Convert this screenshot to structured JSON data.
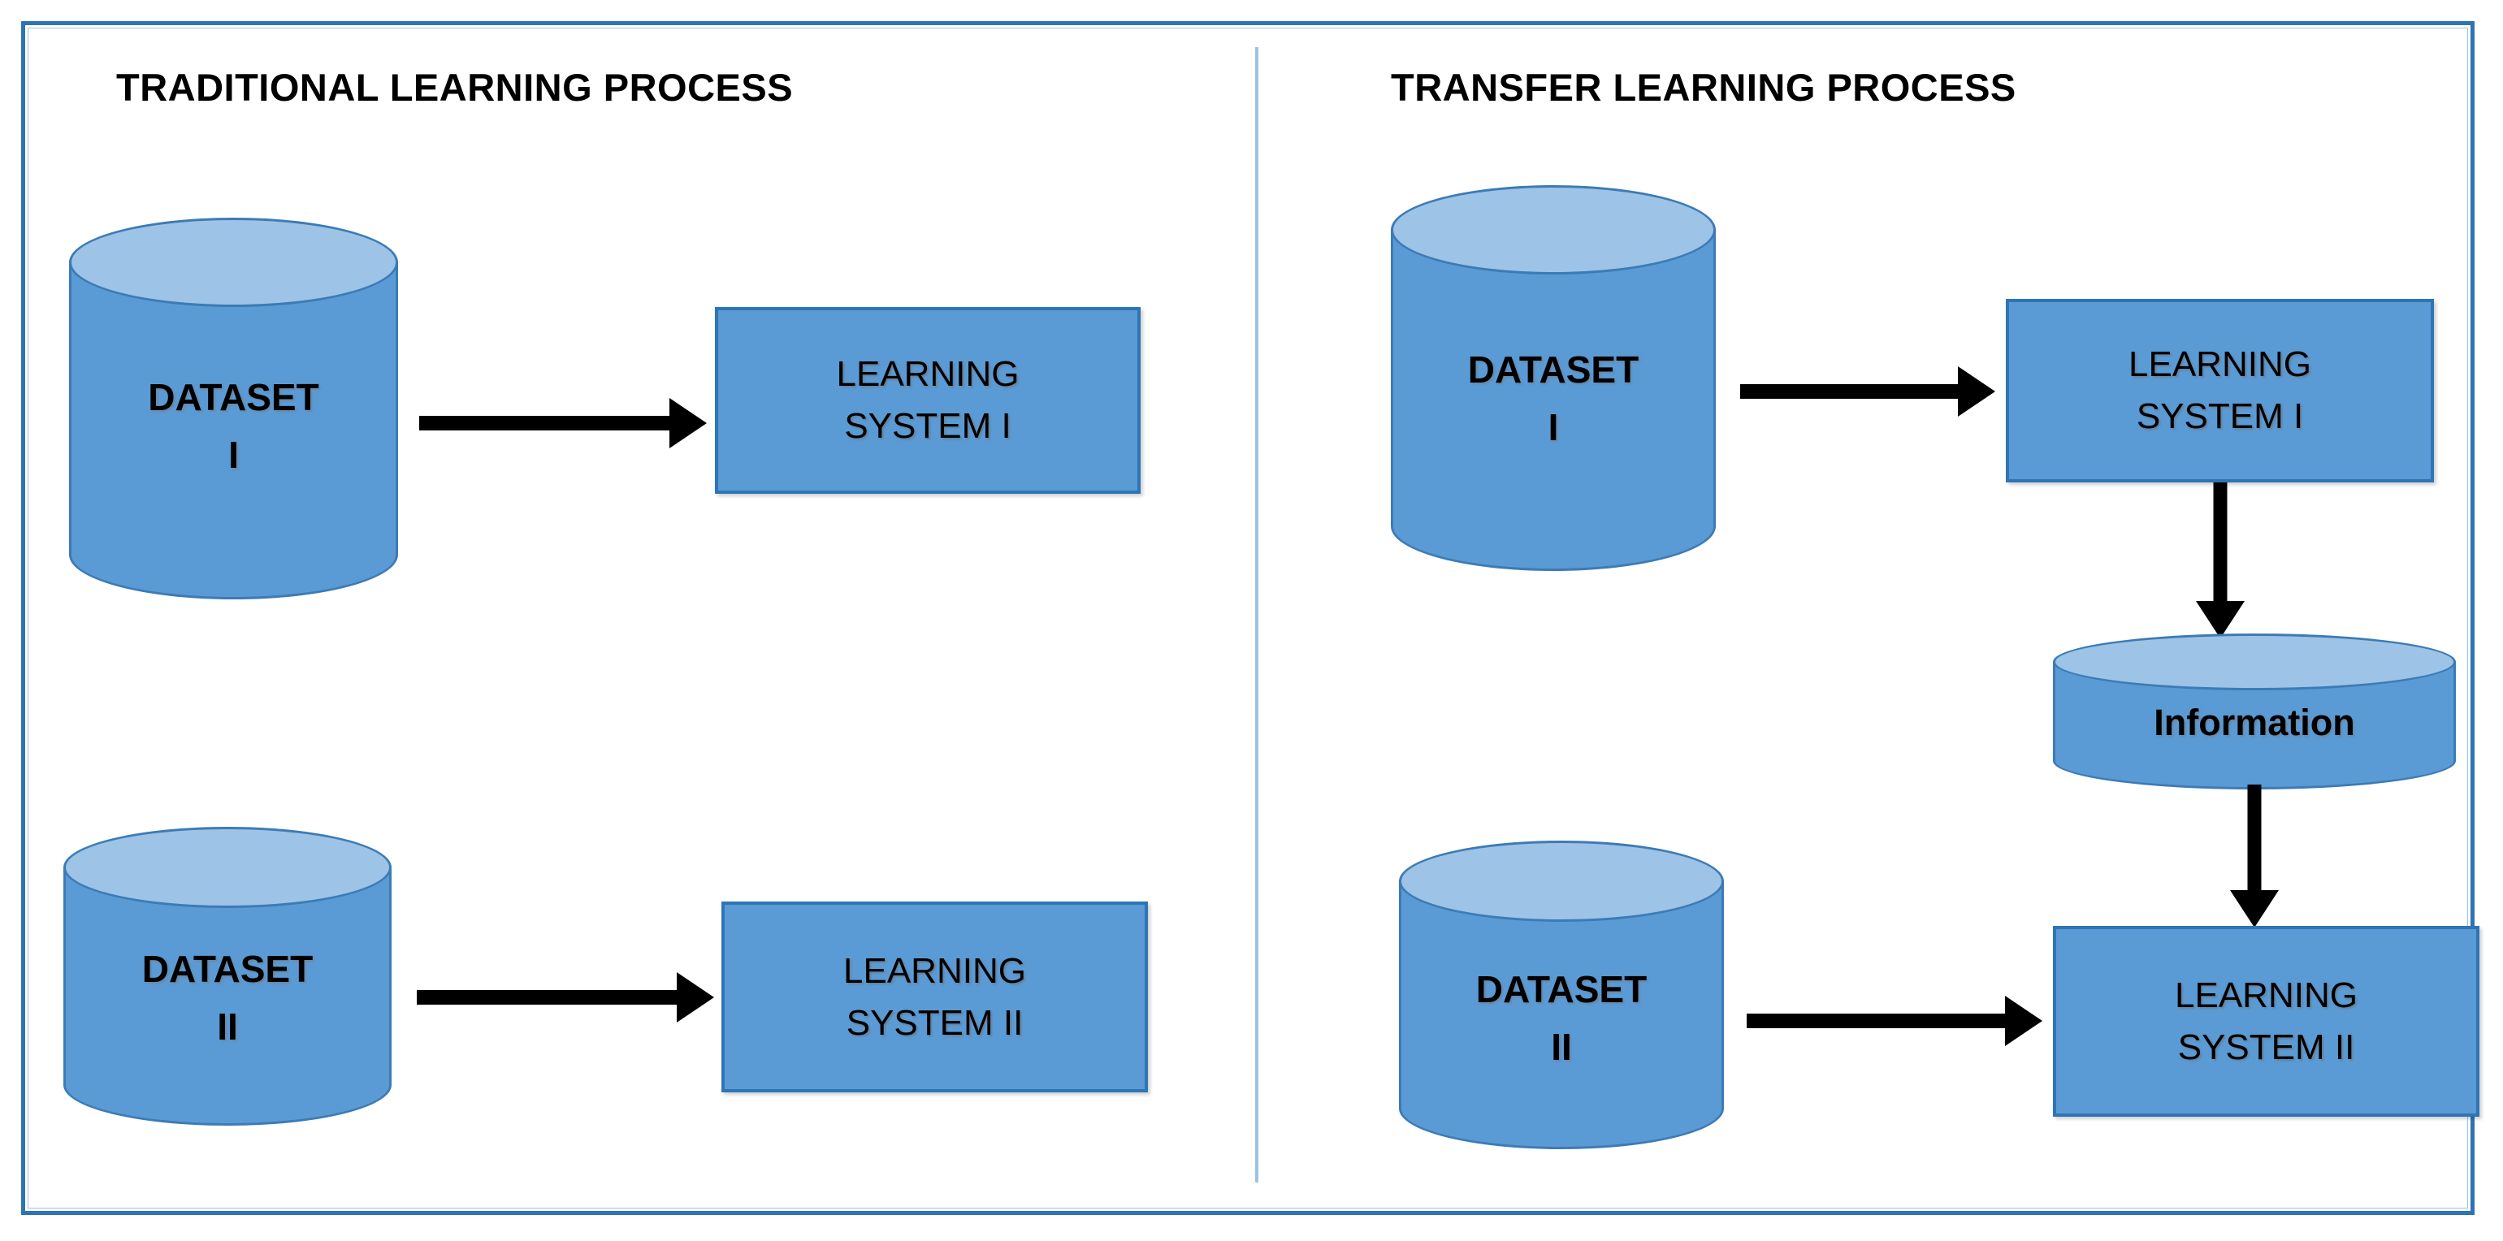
{
  "figure": {
    "type": "flow-diagram",
    "panels": [
      {
        "id": "traditional",
        "title": "TRADITIONAL LEARNING PROCESS",
        "nodes": [
          {
            "id": "dataset-1",
            "shape": "cylinder",
            "label_line1": "DATASET",
            "label_line2": "I"
          },
          {
            "id": "learning-system-1",
            "shape": "rectangle",
            "label_line1": "LEARNING",
            "label_line2": "SYSTEM I"
          },
          {
            "id": "dataset-2",
            "shape": "cylinder",
            "label_line1": "DATASET",
            "label_line2": "II"
          },
          {
            "id": "learning-system-2",
            "shape": "rectangle",
            "label_line1": "LEARNING",
            "label_line2": "SYSTEM II"
          }
        ],
        "edges": [
          {
            "from": "dataset-1",
            "to": "learning-system-1",
            "direction": "right"
          },
          {
            "from": "dataset-2",
            "to": "learning-system-2",
            "direction": "right"
          }
        ]
      },
      {
        "id": "transfer",
        "title": "TRANSFER LEARNING PROCESS",
        "nodes": [
          {
            "id": "dataset-1",
            "shape": "cylinder",
            "label_line1": "DATASET",
            "label_line2": "I"
          },
          {
            "id": "learning-system-1",
            "shape": "rectangle",
            "label_line1": "LEARNING",
            "label_line2": "SYSTEM I"
          },
          {
            "id": "information",
            "shape": "cylinder-wide",
            "label_line1": "Information",
            "label_line2": ""
          },
          {
            "id": "dataset-2",
            "shape": "cylinder",
            "label_line1": "DATASET",
            "label_line2": "II"
          },
          {
            "id": "learning-system-2",
            "shape": "rectangle",
            "label_line1": "LEARNING",
            "label_line2": "SYSTEM II"
          }
        ],
        "edges": [
          {
            "from": "dataset-1",
            "to": "learning-system-1",
            "direction": "right"
          },
          {
            "from": "learning-system-1",
            "to": "information",
            "direction": "down"
          },
          {
            "from": "information",
            "to": "learning-system-2",
            "direction": "down"
          },
          {
            "from": "dataset-2",
            "to": "learning-system-2",
            "direction": "right"
          }
        ]
      }
    ]
  },
  "colors": {
    "frame_border": "#2E74B5",
    "frame_inner_border": "#9CC3E5",
    "divider": "#9CC3E5",
    "shape_fill": "#5B9BD5",
    "shape_border": "#2E75B6",
    "cylinder_top_fill": "#9DC3E6",
    "cylinder_side_border": "#3C7BB5",
    "arrow": "#000000",
    "text": "#000000",
    "background": "#FFFFFF"
  }
}
